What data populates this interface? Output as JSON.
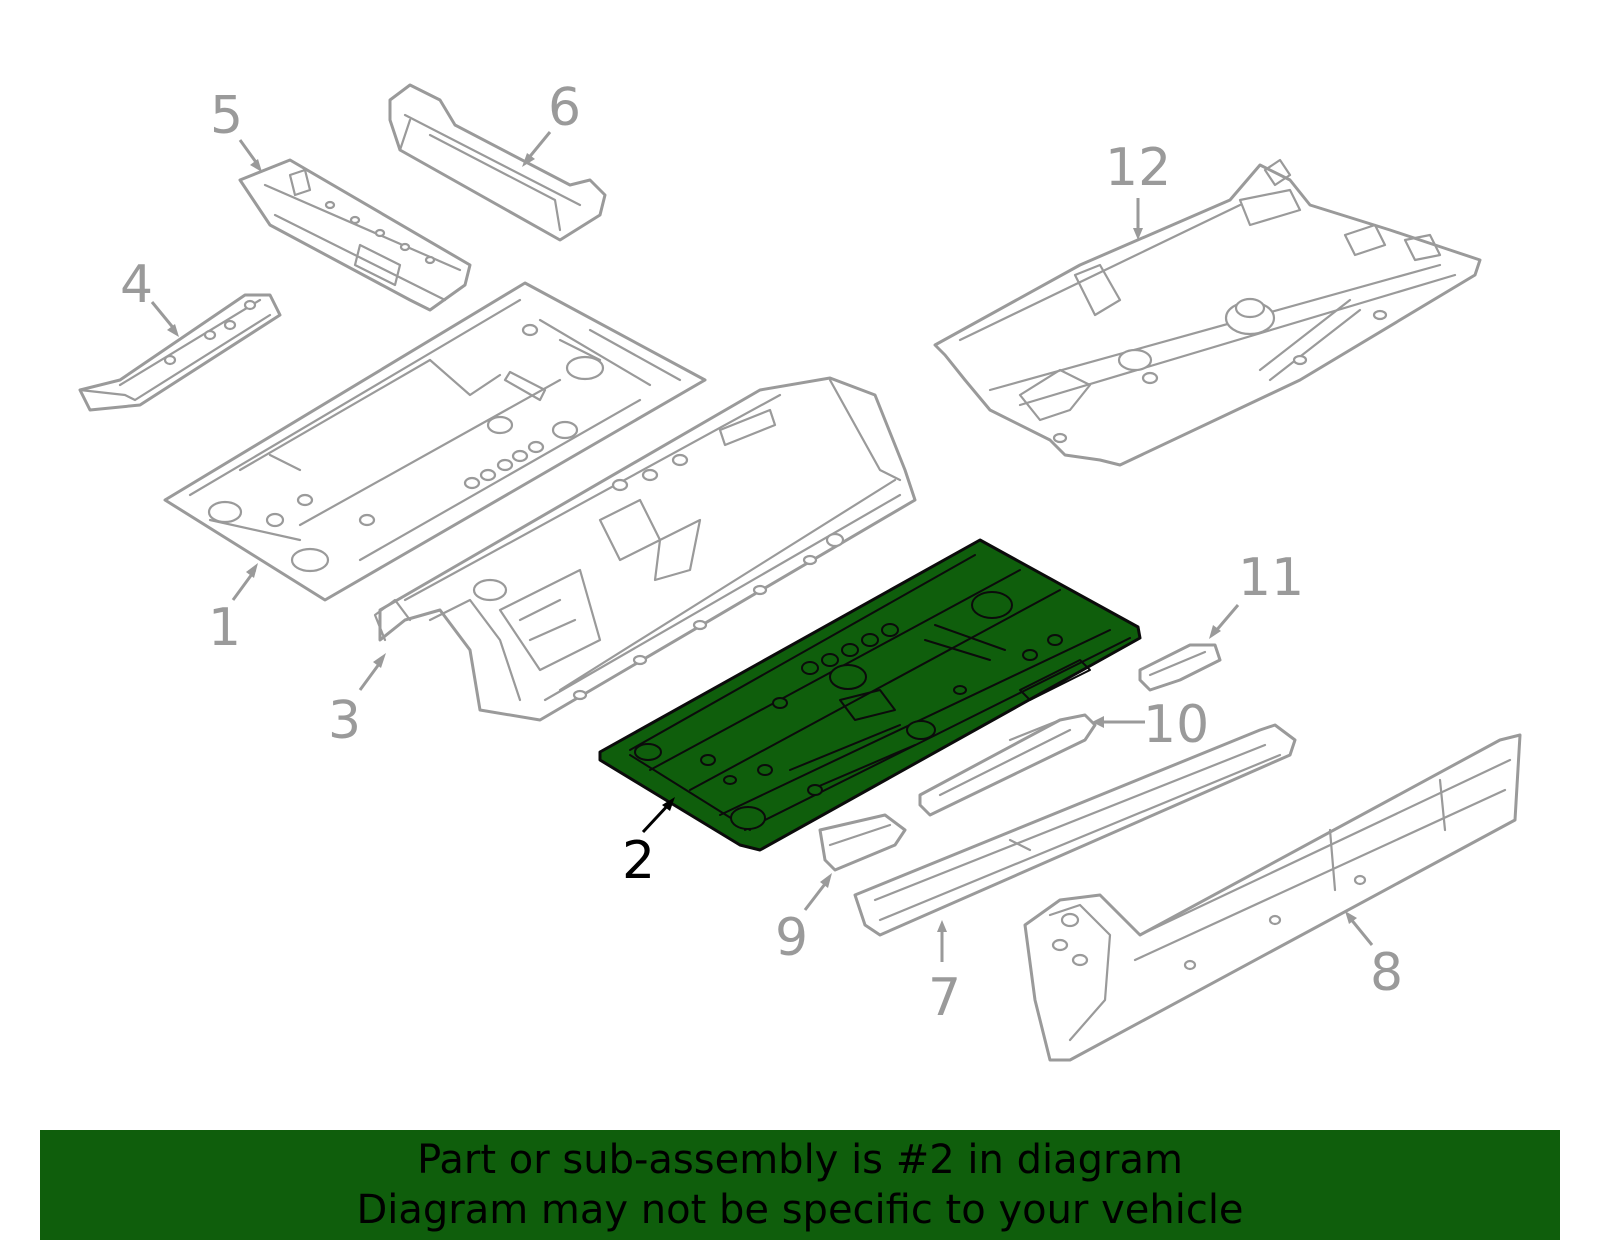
{
  "diagram": {
    "highlight_color": "#0f5e0c",
    "part_line_color": "#9a9a9a",
    "callouts": [
      {
        "id": "1",
        "label": "1",
        "active": false
      },
      {
        "id": "2",
        "label": "2",
        "active": true
      },
      {
        "id": "3",
        "label": "3",
        "active": false
      },
      {
        "id": "4",
        "label": "4",
        "active": false
      },
      {
        "id": "5",
        "label": "5",
        "active": false
      },
      {
        "id": "6",
        "label": "6",
        "active": false
      },
      {
        "id": "7",
        "label": "7",
        "active": false
      },
      {
        "id": "8",
        "label": "8",
        "active": false
      },
      {
        "id": "9",
        "label": "9",
        "active": false
      },
      {
        "id": "10",
        "label": "10",
        "active": false
      },
      {
        "id": "11",
        "label": "11",
        "active": false
      },
      {
        "id": "12",
        "label": "12",
        "active": false
      }
    ]
  },
  "banner": {
    "line1": "Part or sub-assembly is #2 in diagram",
    "line2": "Diagram may not be specific to your vehicle",
    "background": "#0f5e0c"
  }
}
